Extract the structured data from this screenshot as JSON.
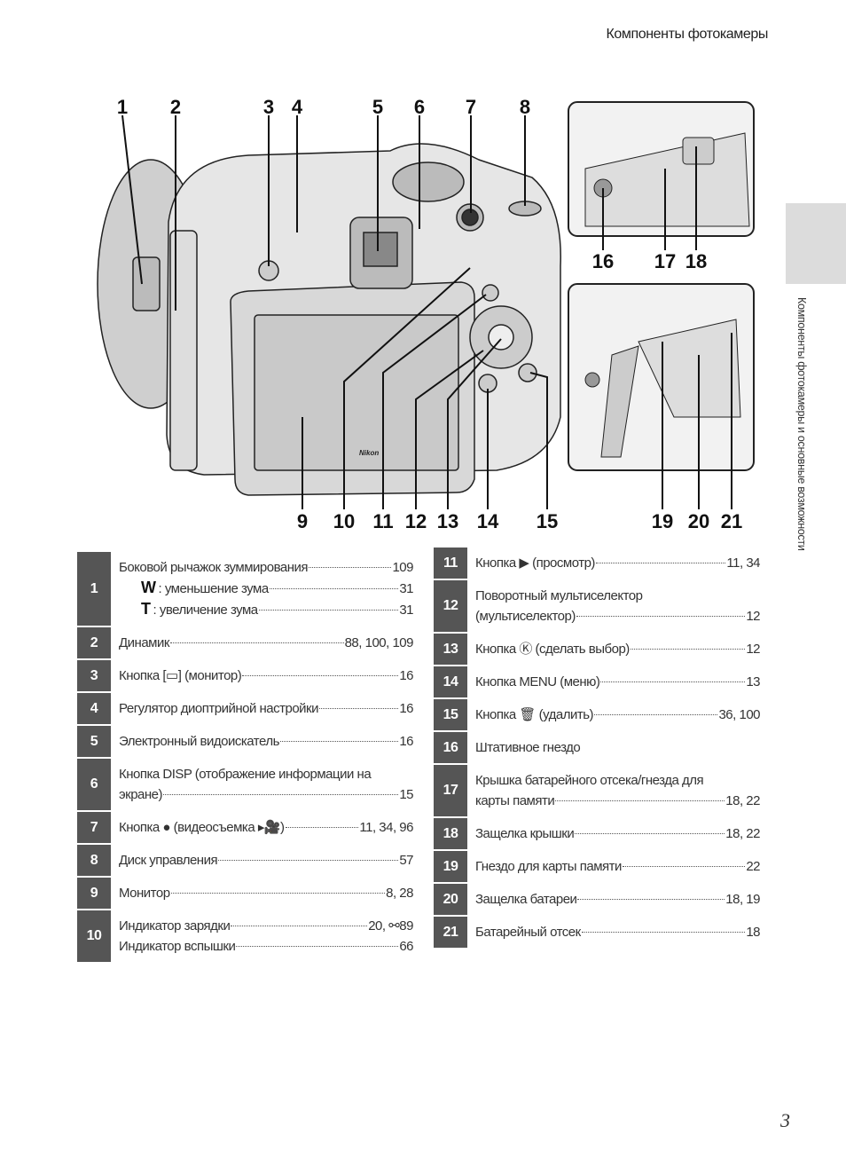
{
  "header": {
    "title": "Компоненты фотокамеры"
  },
  "side_tab": {
    "text": "Компоненты фотокамеры и основные возможности"
  },
  "page_number": "3",
  "illustration": {
    "labels": [
      "1",
      "2",
      "3",
      "4",
      "5",
      "6",
      "7",
      "8",
      "9",
      "10",
      "11",
      "12",
      "13",
      "14",
      "15",
      "16",
      "17",
      "18",
      "19",
      "20",
      "21"
    ],
    "brand": "Nikon"
  },
  "left_table": [
    {
      "num": "1",
      "lines": [
        {
          "text": "Боковой рычажок зуммирования",
          "page": "109"
        },
        {
          "sym": "W",
          "text": ":  уменьшение зума",
          "page": "31"
        },
        {
          "sym": "T",
          "text": ":  увеличение зума",
          "page": "31"
        }
      ]
    },
    {
      "num": "2",
      "lines": [
        {
          "text": "Динамик",
          "page": "88, 100, 109"
        }
      ]
    },
    {
      "num": "3",
      "lines": [
        {
          "text": "Кнопка [▭] (монитор)",
          "page": "16"
        }
      ]
    },
    {
      "num": "4",
      "lines": [
        {
          "text": "Регулятор диоптрийной настройки",
          "page": "16"
        }
      ]
    },
    {
      "num": "5",
      "lines": [
        {
          "text": "Электронный видоискатель",
          "page": "16"
        }
      ]
    },
    {
      "num": "6",
      "lines": [
        {
          "text": "Кнопка DISP (отображение информации на"
        },
        {
          "text": "экране)",
          "page": "15"
        }
      ]
    },
    {
      "num": "7",
      "lines": [
        {
          "text": "Кнопка ● (видеосъемка ▸🎥)",
          "page": "11, 34, 96"
        }
      ]
    },
    {
      "num": "8",
      "lines": [
        {
          "text": "Диск управления",
          "page": "57"
        }
      ]
    },
    {
      "num": "9",
      "lines": [
        {
          "text": "Монитор",
          "page": "8, 28"
        }
      ]
    },
    {
      "num": "10",
      "lines": [
        {
          "text": "Индикатор зарядки",
          "page": "20, ⚯89"
        },
        {
          "text": "Индикатор вспышки",
          "page": "66"
        }
      ]
    }
  ],
  "right_table": [
    {
      "num": "11",
      "lines": [
        {
          "text": "Кнопка ▶ (просмотр)",
          "page": "11, 34"
        }
      ]
    },
    {
      "num": "12",
      "lines": [
        {
          "text": "Поворотный мультиселектор"
        },
        {
          "text": "(мультиселектор)",
          "page": "12"
        }
      ]
    },
    {
      "num": "13",
      "lines": [
        {
          "text": "Кнопка Ⓚ (сделать выбор)",
          "page": "12"
        }
      ]
    },
    {
      "num": "14",
      "lines": [
        {
          "text": "Кнопка MENU (меню)",
          "page": "13"
        }
      ]
    },
    {
      "num": "15",
      "lines": [
        {
          "text": "Кнопка 🗑 (удалить)",
          "page": "36, 100"
        }
      ]
    },
    {
      "num": "16",
      "lines": [
        {
          "text": "Штативное гнездо"
        }
      ]
    },
    {
      "num": "17",
      "lines": [
        {
          "text": "Крышка батарейного отсека/гнезда для"
        },
        {
          "text": "карты памяти",
          "page": "18, 22"
        }
      ]
    },
    {
      "num": "18",
      "lines": [
        {
          "text": "Защелка крышки",
          "page": "18, 22"
        }
      ]
    },
    {
      "num": "19",
      "lines": [
        {
          "text": "Гнездо для карты памяти",
          "page": "22"
        }
      ]
    },
    {
      "num": "20",
      "lines": [
        {
          "text": "Защелка батареи",
          "page": "18, 19"
        }
      ]
    },
    {
      "num": "21",
      "lines": [
        {
          "text": "Батарейный отсек",
          "page": "18"
        }
      ]
    }
  ]
}
